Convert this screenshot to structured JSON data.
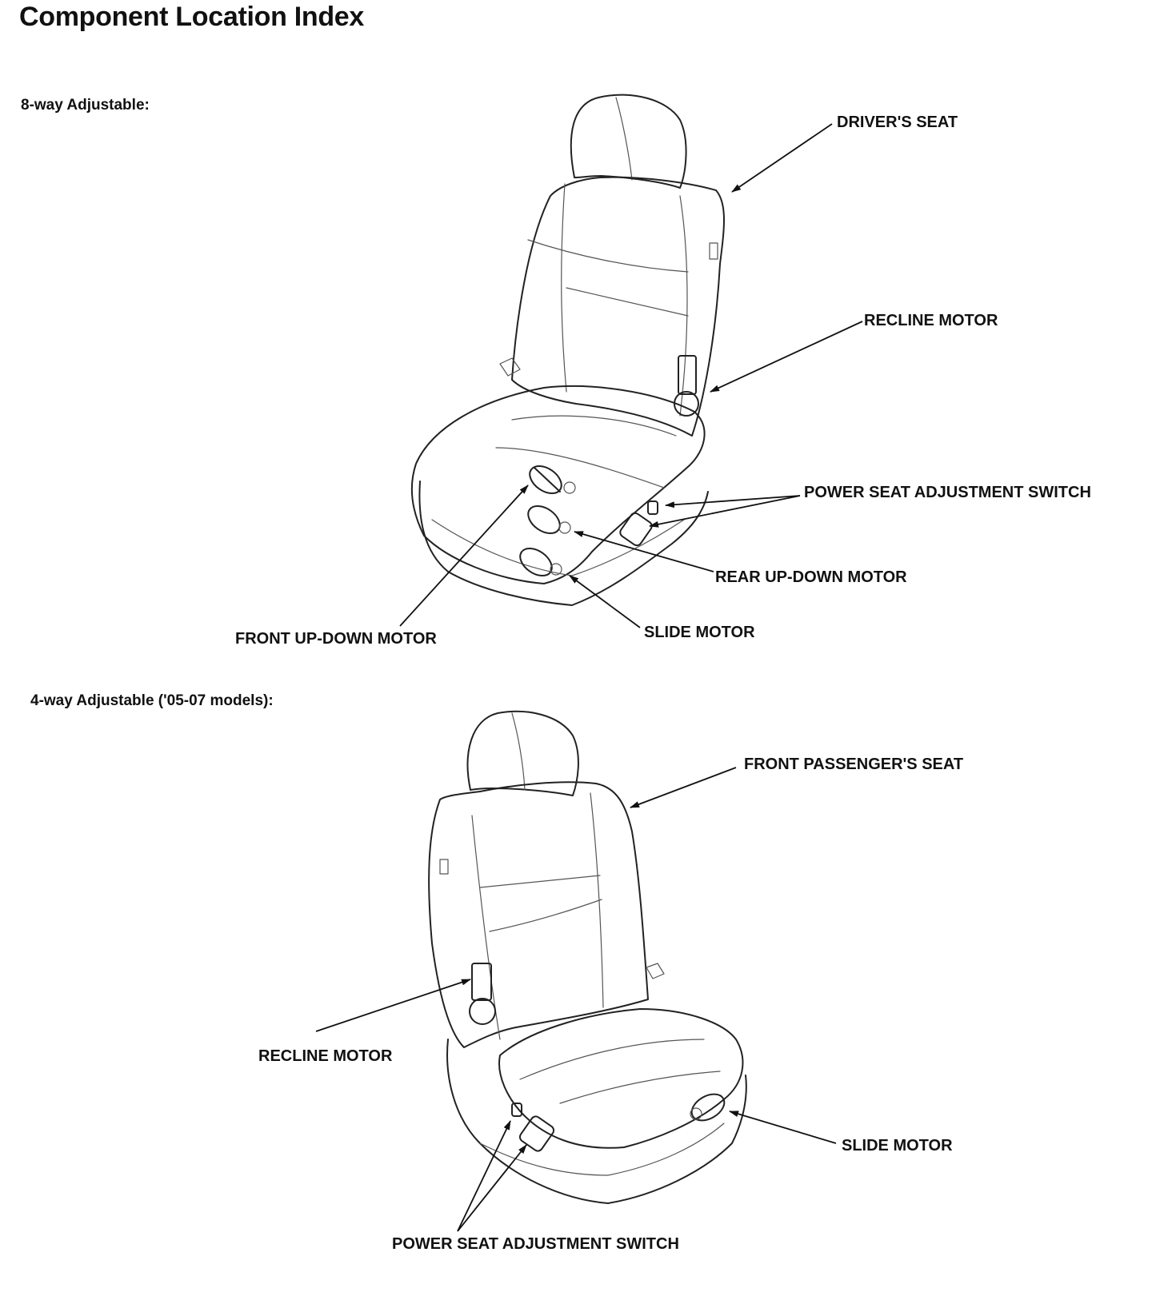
{
  "page_title": "Component Location Index",
  "sections": [
    {
      "heading": "8-way Adjustable:",
      "callouts": {
        "drivers_seat": "DRIVER'S SEAT",
        "recline_motor": "RECLINE MOTOR",
        "power_seat_switch": "POWER SEAT ADJUSTMENT SWITCH",
        "rear_up_down_motor": "REAR UP-DOWN MOTOR",
        "slide_motor": "SLIDE MOTOR",
        "front_up_down_motor": "FRONT UP-DOWN MOTOR"
      }
    },
    {
      "heading": "4-way Adjustable ('05-07 models):",
      "callouts": {
        "front_passengers_seat": "FRONT PASSENGER'S SEAT",
        "recline_motor": "RECLINE MOTOR",
        "slide_motor": "SLIDE MOTOR",
        "power_seat_switch": "POWER SEAT ADJUSTMENT SWITCH"
      }
    }
  ]
}
